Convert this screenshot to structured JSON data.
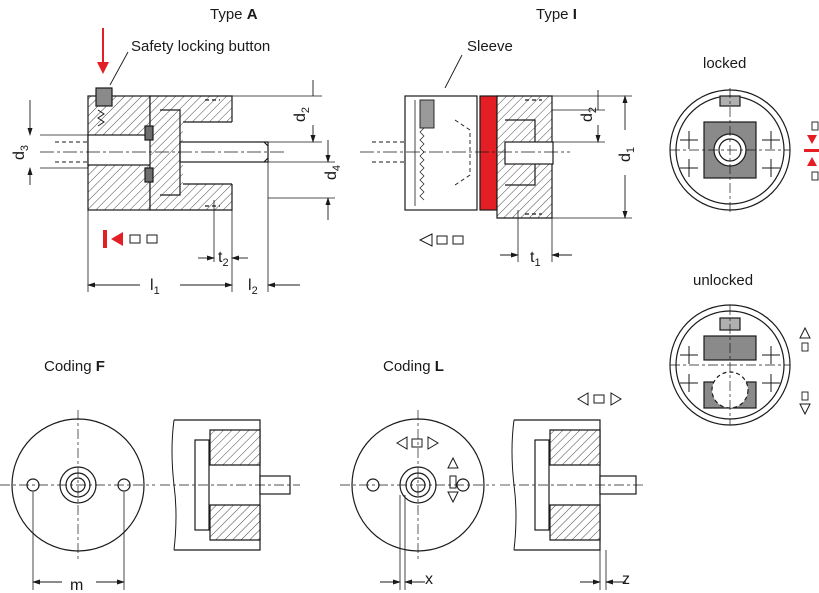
{
  "titles": {
    "type_a_prefix": "Type ",
    "type_a_letter": "A",
    "type_i_prefix": "Type ",
    "type_i_letter": "I",
    "coding_f_prefix": "Coding ",
    "coding_f_letter": "F",
    "coding_l_prefix": "Coding ",
    "coding_l_letter": "L"
  },
  "callouts": {
    "safety_locking_button": "Safety locking button",
    "sleeve": "Sleeve",
    "locked": "locked",
    "unlocked": "unlocked"
  },
  "dimensions": {
    "d1": "d",
    "d1_sub": "1",
    "d2": "d",
    "d2_sub": "2",
    "d3": "d",
    "d3_sub": "3",
    "d4": "d",
    "d4_sub": "4",
    "l1": "l",
    "l1_sub": "1",
    "l2": "l",
    "l2_sub": "2",
    "t1": "t",
    "t1_sub": "1",
    "t2": "t",
    "t2_sub": "2",
    "m": "m",
    "x": "x",
    "z": "z"
  },
  "colors": {
    "accent_red": "#e31e24",
    "line": "#1a1a1a",
    "hatch_fill": "#d9d9d9",
    "dark_part": "#6e6e6e"
  }
}
